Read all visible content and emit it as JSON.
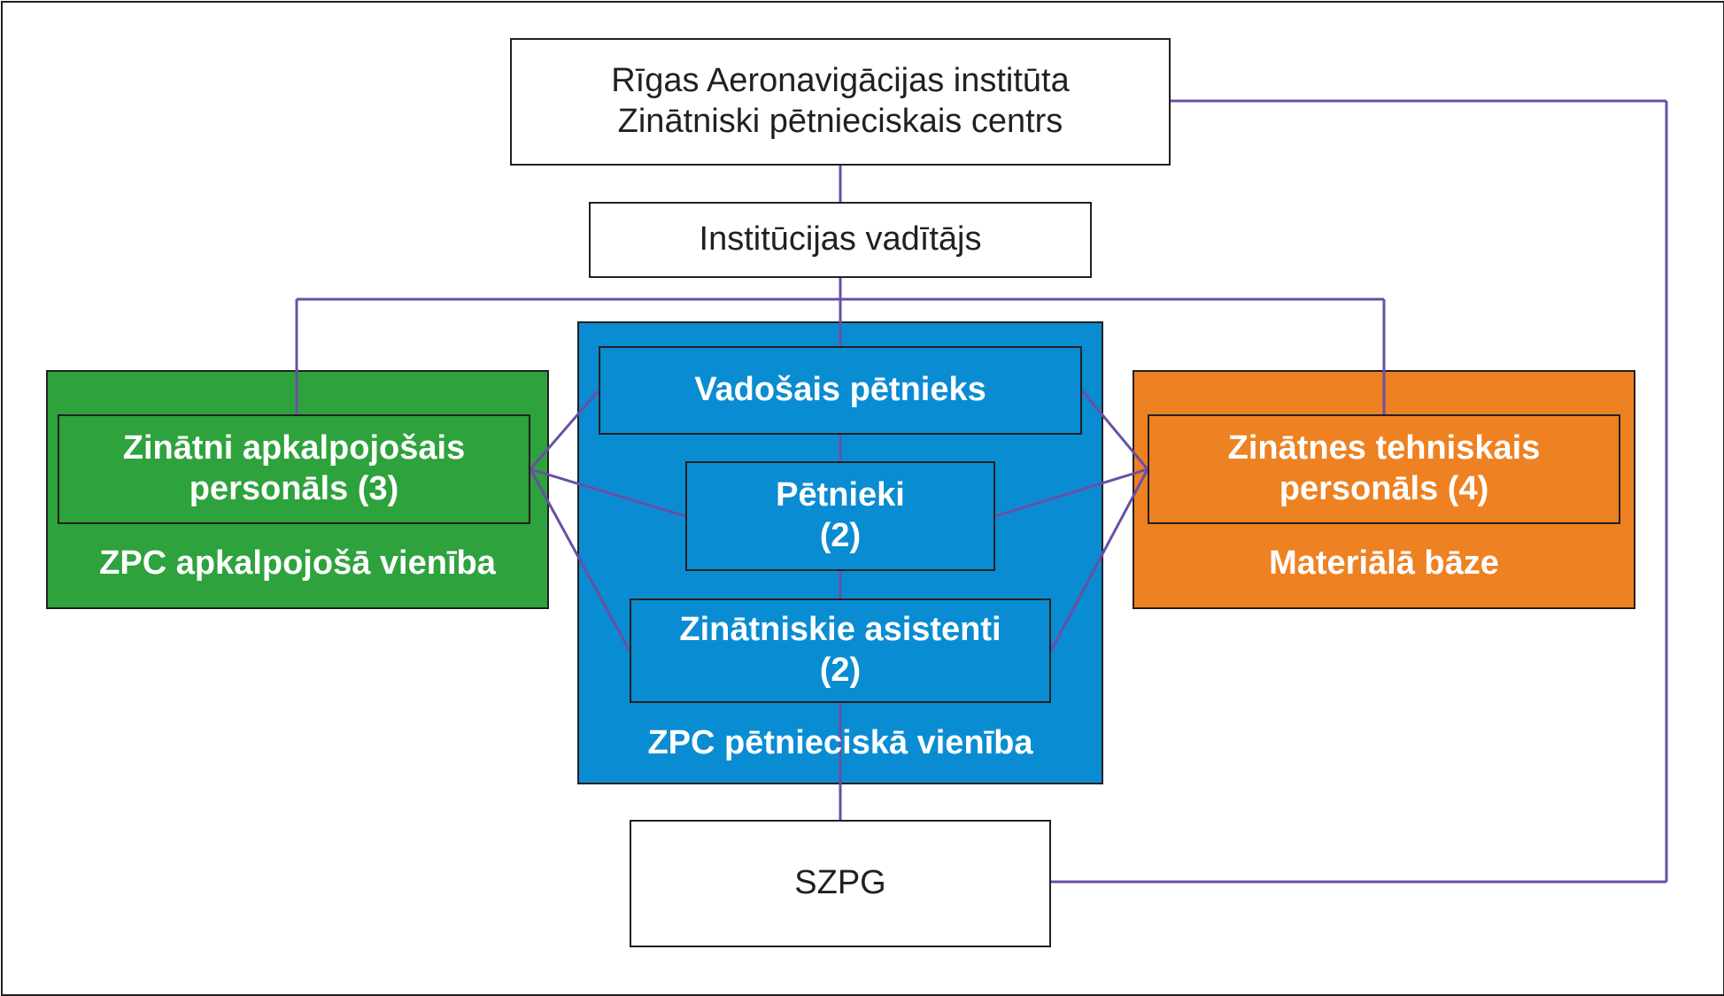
{
  "colors": {
    "connector": "#6a4fa3",
    "green_unit": "#2ea23d",
    "blue_unit": "#0a8cd2",
    "orange_unit": "#ee8122",
    "border": "#231f20"
  },
  "institute": {
    "line1": "Rīgas Aeronavigācijas institūta",
    "line2": "Zinātniski pētnieciskais centrs"
  },
  "head": {
    "label": "Institūcijas vadītājs"
  },
  "service_unit": {
    "title": "ZPC apkalpojošā vienība",
    "box_line1": "Zinātni apkalpojošais",
    "box_line2": "personāls (3)"
  },
  "research_unit": {
    "title": "ZPC pētnieciskā vienība",
    "lead": "Vadošais pētnieks",
    "researchers_line1": "Pētnieki",
    "researchers_line2": "(2)",
    "assistants_line1": "Zinātniskie asistenti",
    "assistants_line2": "(2)"
  },
  "material_unit": {
    "title": "Materiālā bāze",
    "box_line1": "Zinātnes tehniskais",
    "box_line2": "personāls (4)"
  },
  "szpg": {
    "label": "SZPG"
  }
}
